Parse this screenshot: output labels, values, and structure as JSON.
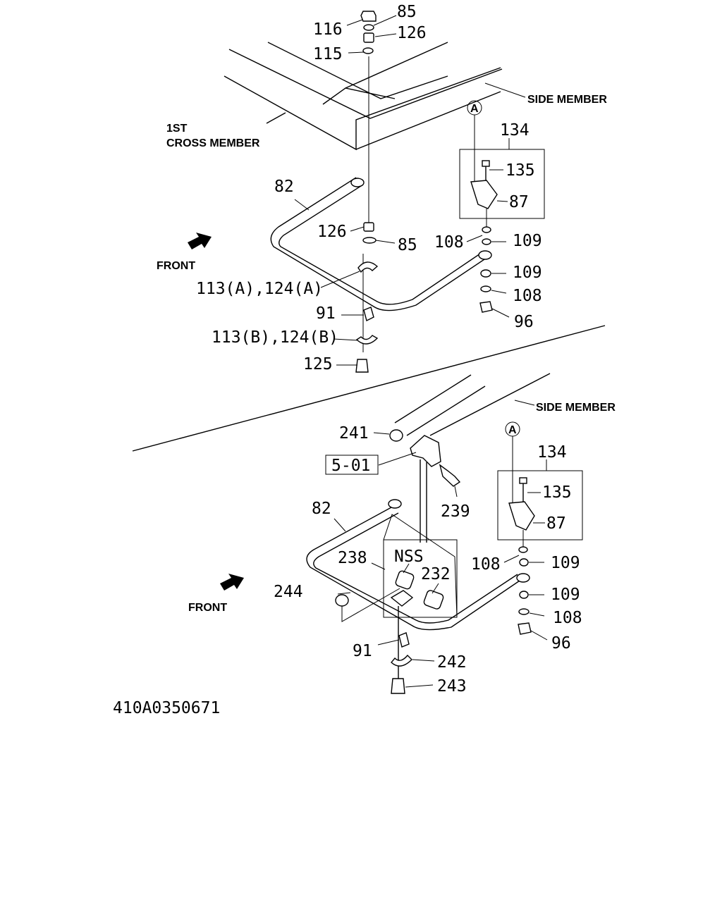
{
  "top": {
    "callouts": {
      "n116": "116",
      "n85a": "85",
      "n126a": "126",
      "n115": "115",
      "n82": "82",
      "n126b": "126",
      "n85b": "85",
      "n113a": "113(A),124(A)",
      "n91": "91",
      "n113b": "113(B),124(B)",
      "n125": "125",
      "n134": "134",
      "n135": "135",
      "n87": "87",
      "n108a": "108",
      "n109a": "109",
      "n109b": "109",
      "n108b": "108",
      "n96": "96"
    },
    "side_member": "SIDE MEMBER",
    "cross_member_line1": "1ST",
    "cross_member_line2": "CROSS MEMBER",
    "front": "FRONT",
    "circle_ref": "A"
  },
  "bottom": {
    "callouts": {
      "n241": "241",
      "n501": "5-01",
      "n239": "239",
      "n82": "82",
      "n238": "238",
      "nss": "NSS",
      "n232": "232",
      "n244": "244",
      "n91": "91",
      "n242": "242",
      "n243": "243",
      "n134": "134",
      "n135": "135",
      "n87": "87",
      "n108a": "108",
      "n109a": "109",
      "n109b": "109",
      "n108b": "108",
      "n96": "96"
    },
    "side_member": "SIDE MEMBER",
    "front": "FRONT",
    "circle_ref": "A"
  },
  "drawing_code": "410A0350671"
}
